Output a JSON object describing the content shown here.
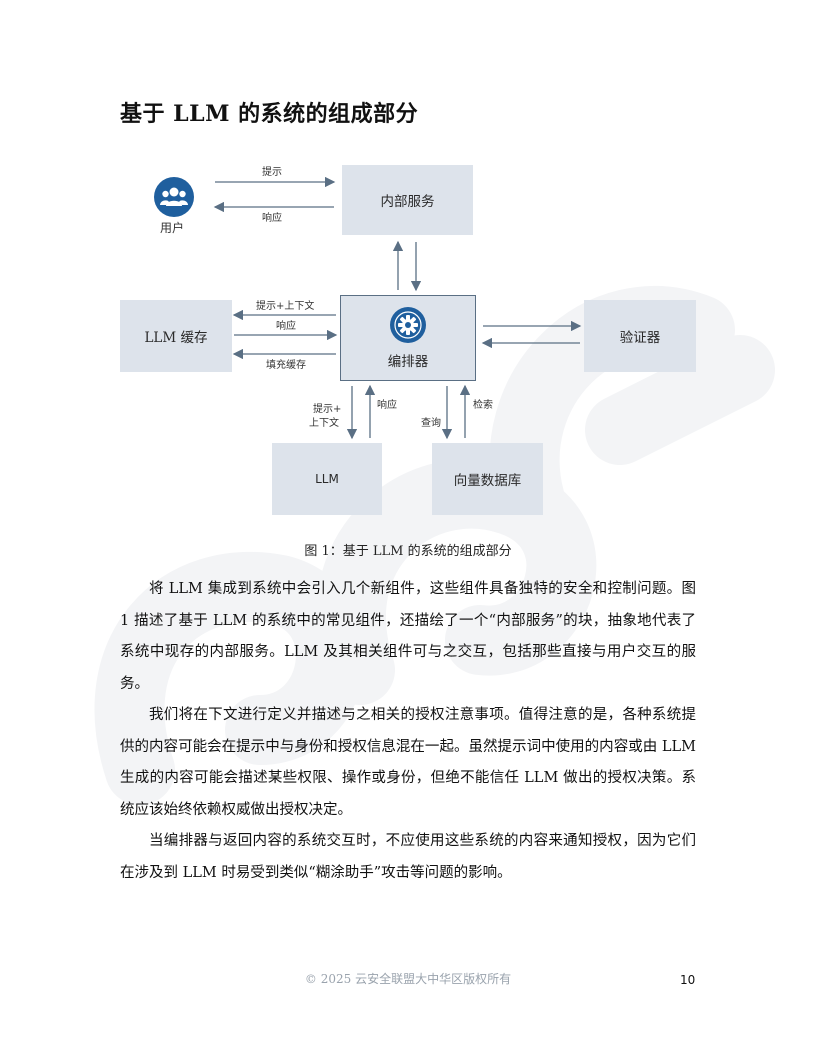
{
  "title": "基于 LLM 的系统的组成部分",
  "diagram": {
    "nodes": {
      "user": "用户",
      "internal_service": "内部服务",
      "llm_cache": "LLM 缓存",
      "orchestrator": "编排器",
      "validator": "验证器",
      "llm": "LLM",
      "vector_db": "向量数据库"
    },
    "arrows": {
      "prompt": "提示",
      "response_top": "响应",
      "prompt_context": "提示+上下文",
      "response_mid": "响应",
      "fill_cache": "填充缓存",
      "prompt_plus": "提示+",
      "context": "上下文",
      "response_llm": "响应",
      "query": "查询",
      "retrieve": "检索"
    }
  },
  "caption": "图 1：基于 LLM 的系统的组成部分",
  "paragraphs": [
    "将 LLM 集成到系统中会引入几个新组件，这些组件具备独特的安全和控制问题。图 1 描述了基于 LLM 的系统中的常见组件，还描绘了一个“内部服务”的块，抽象地代表了系统中现存的内部服务。LLM 及其相关组件可与之交互，包括那些直接与用户交互的服务。",
    "我们将在下文进行定义并描述与之相关的授权注意事项。值得注意的是，各种系统提供的内容可能会在提示中与身份和授权信息混在一起。虽然提示词中使用的内容或由 LLM 生成的内容可能会描述某些权限、操作或身份，但绝不能信任 LLM 做出的授权决策。系统应该始终依赖权威做出授权决定。",
    "当编排器与返回内容的系统交互时，不应使用这些系统的内容来通知授权，因为它们在涉及到 LLM 时易受到类似“糊涂助手”攻击等问题的影响。"
  ],
  "footer": "© 2025 云安全联盟大中华区版权所有",
  "page_number": "10",
  "colors": {
    "box_fill": "#dde3eb",
    "icon_blue": "#1f5f9e",
    "arrow": "#5a6f84"
  }
}
